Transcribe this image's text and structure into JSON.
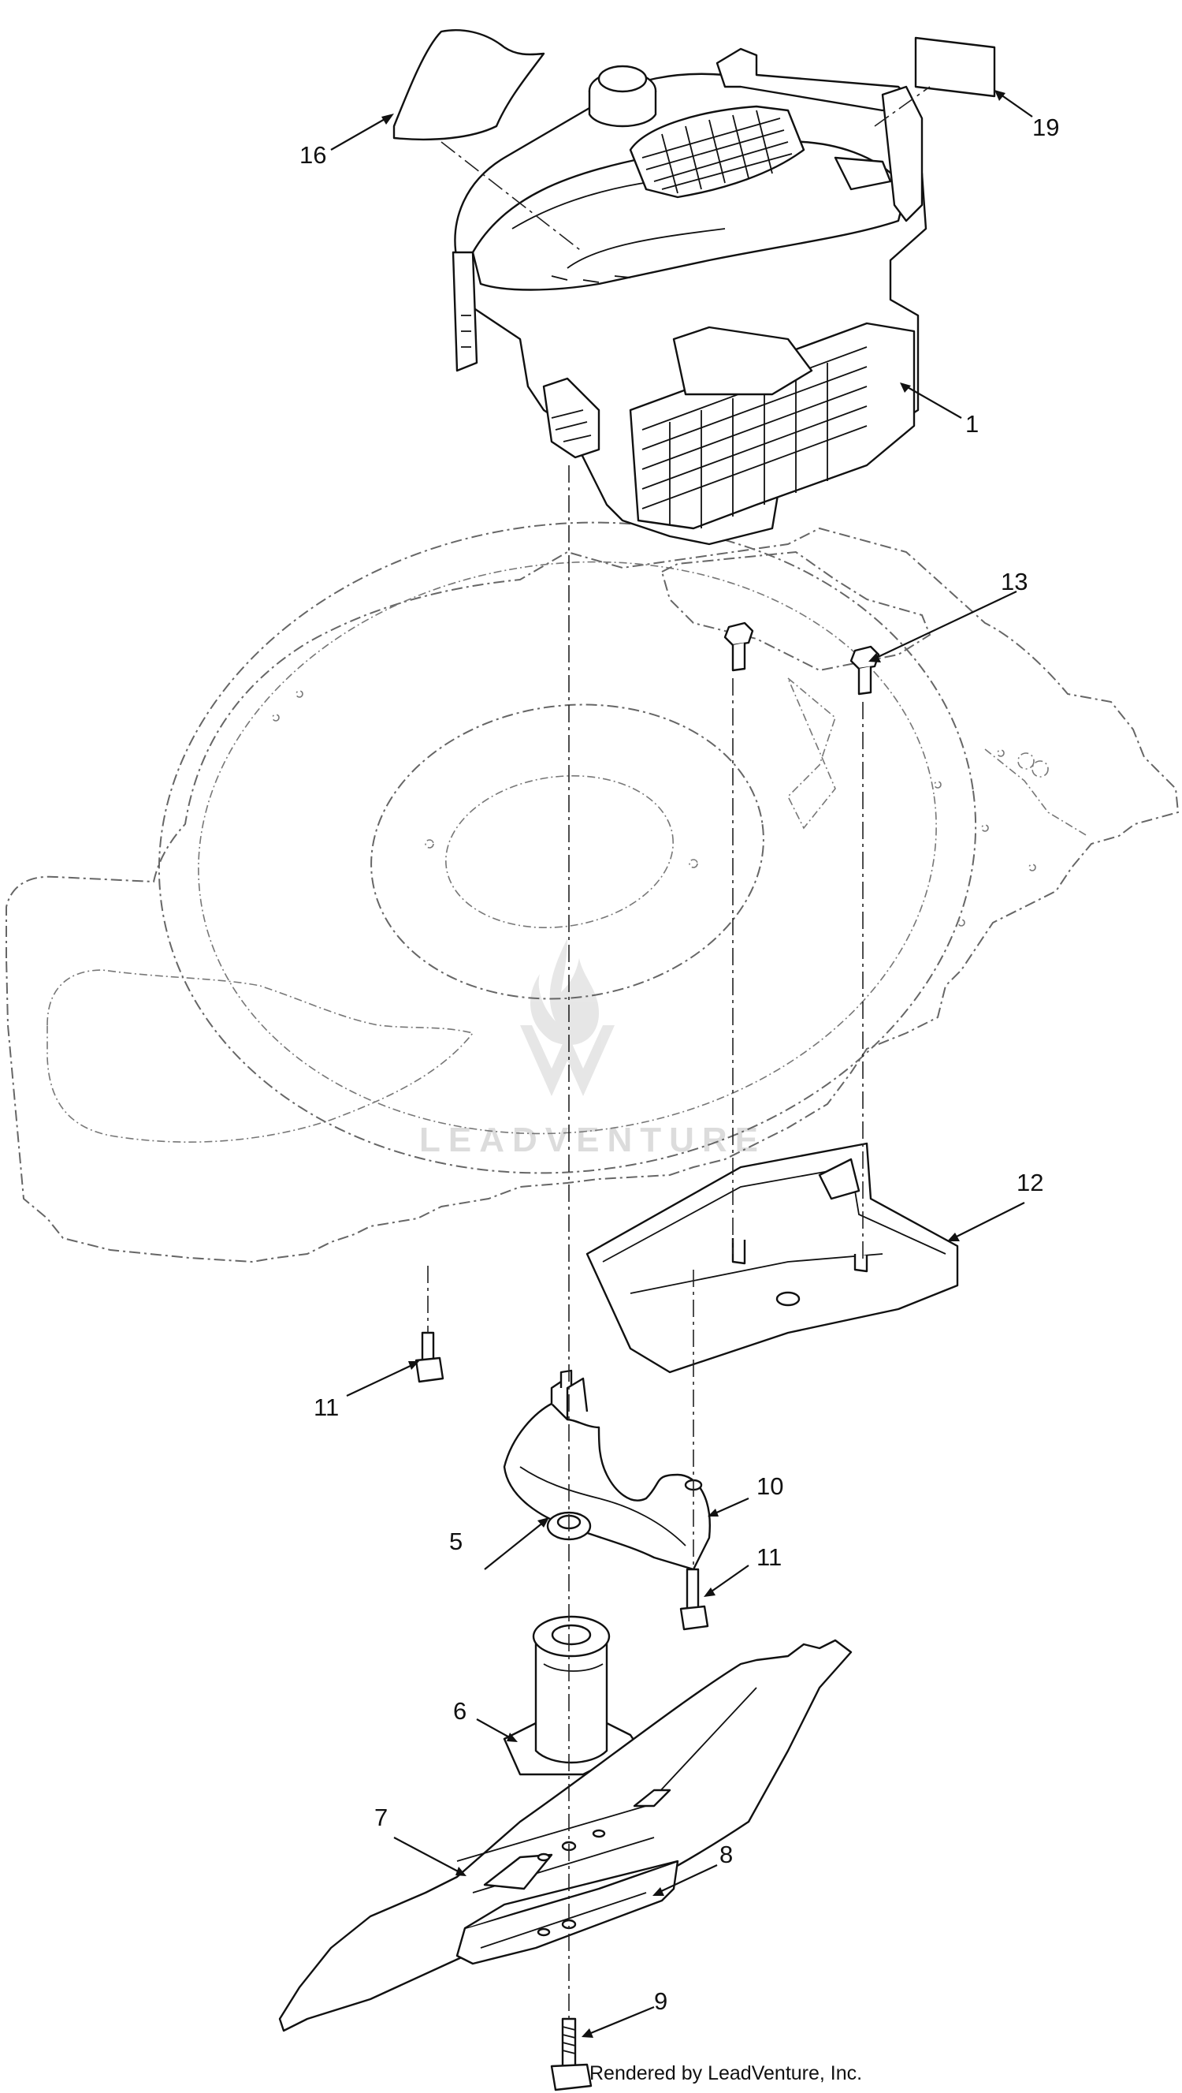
{
  "diagram": {
    "callouts": [
      {
        "id": "1",
        "label": "1"
      },
      {
        "id": "5",
        "label": "5"
      },
      {
        "id": "6",
        "label": "6"
      },
      {
        "id": "7",
        "label": "7"
      },
      {
        "id": "8",
        "label": "8"
      },
      {
        "id": "9",
        "label": "9"
      },
      {
        "id": "10",
        "label": "10"
      },
      {
        "id": "11a",
        "label": "11"
      },
      {
        "id": "11b",
        "label": "11"
      },
      {
        "id": "12",
        "label": "12"
      },
      {
        "id": "13",
        "label": "13"
      },
      {
        "id": "16",
        "label": "16"
      },
      {
        "id": "19",
        "label": "19"
      }
    ],
    "watermark": "LEADVENTURE",
    "credit": "Rendered by LeadVenture, Inc."
  }
}
